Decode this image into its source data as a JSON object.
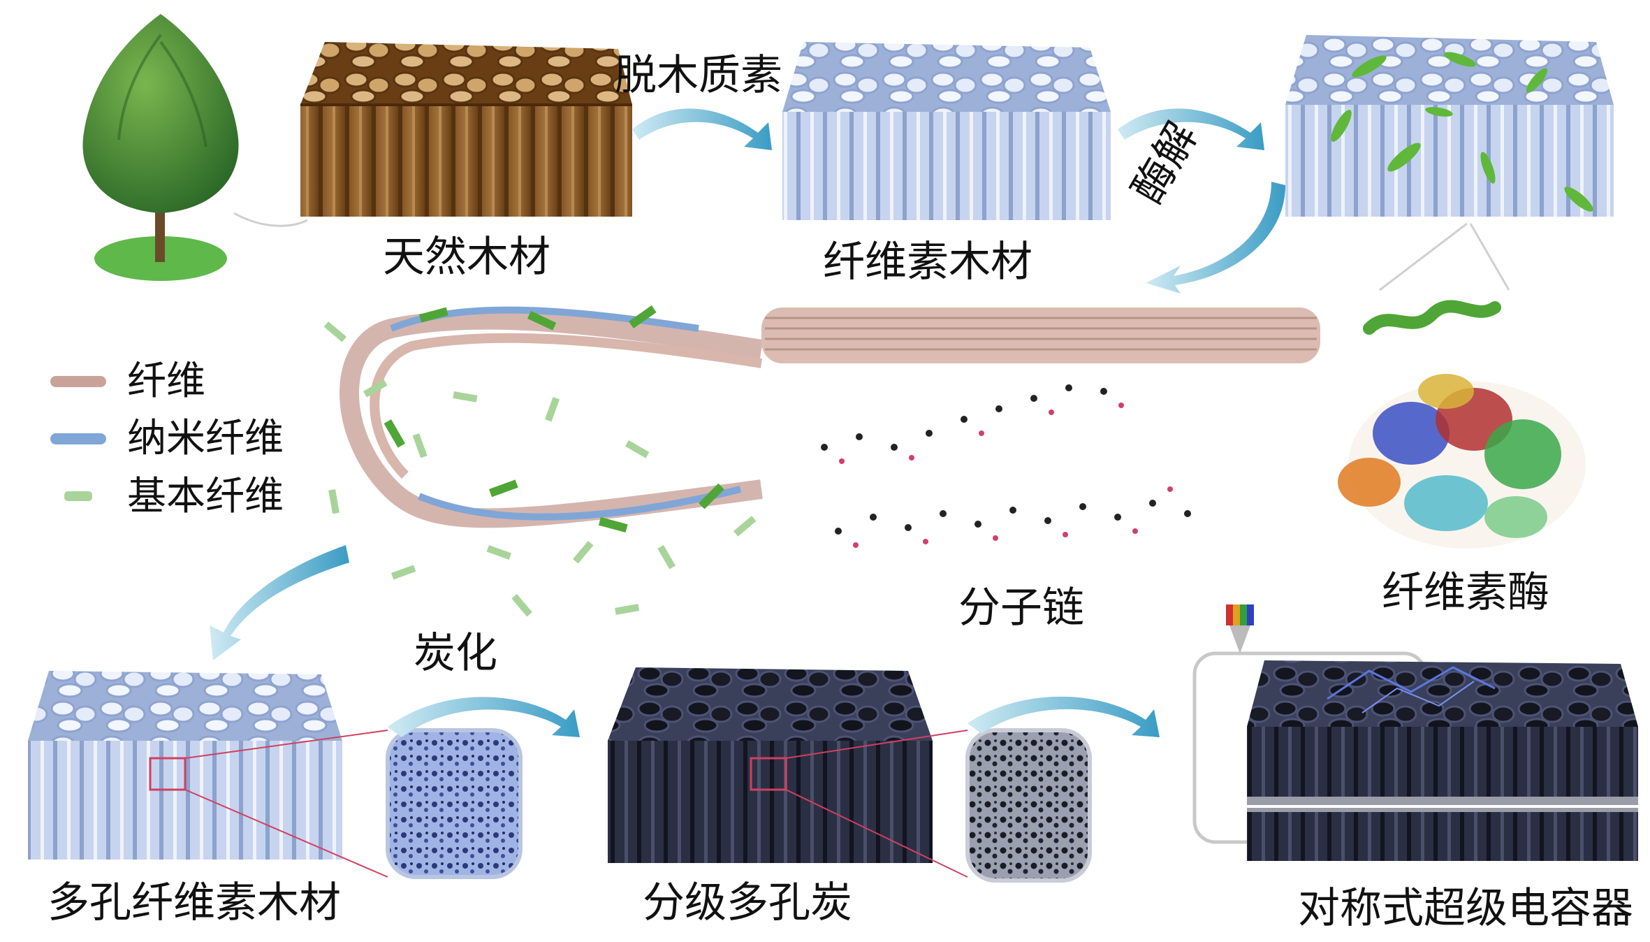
{
  "labels": {
    "delignification": "脱木质素",
    "natural_wood": "天然木材",
    "cellulose_wood": "纤维素木材",
    "enzymolysis": "酶解",
    "molecular_chain": "分子链",
    "cellulase": "纤维素酶",
    "carbonization": "炭化",
    "porous_cellulose_wood": "多孔纤维素木材",
    "hierarchical_porous_carbon": "分级多孔炭",
    "symmetric_supercapacitor": "对称式超级电容器"
  },
  "legend": [
    {
      "label": "纤维",
      "color": "#c9a39a"
    },
    {
      "label": "纳米纤维",
      "color": "#7fa6d6"
    },
    {
      "label": "基本纤维",
      "color": "#a8d49a"
    }
  ],
  "colors": {
    "wood_brown": "#8a5a2a",
    "cellulose_blue": "#c4d4ee",
    "carbon_dark": "#2a2d3e",
    "arrow": "#4aa8c8",
    "enzyme_green": "#5fb83a"
  }
}
